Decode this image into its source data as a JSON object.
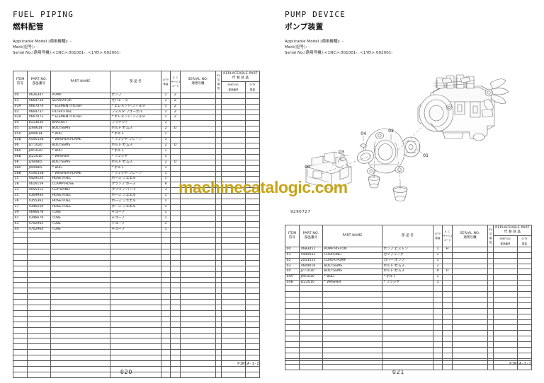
{
  "document": {
    "watermark": "machinecatalogic.com",
    "accent_color": "#c8a417",
    "rule_color": "#4a4a4a"
  },
  "table_headers": {
    "item_en": "ITEM",
    "item_jp": "符号",
    "partno_en": "PART NO.",
    "partno_jp": "部品番号",
    "partname_en": "PART NAME",
    "partname_jp": "部 品 名",
    "qty_en": "Q'TY",
    "qty_jp": "数量",
    "sc_en": "S. C",
    "sc_jp": "サービス",
    "sc_jp2": "コード",
    "serial_en": "SERIAL NO.",
    "serial_jp": "適用号機",
    "ica_l1": "ICA",
    "ica_l2": "互",
    "ica_l3": "換",
    "ica_l4": "性",
    "repl_en": "REPLACEABLE PART",
    "repl_jp": "代 替 部 品",
    "repl_partno_en": "PART NO.",
    "repl_partno_jp": "部品番号",
    "repl_qty_en": "Q'TY",
    "repl_qty_jp": "数量"
  },
  "left_page": {
    "title_en": "FUEL PIPING",
    "title_jp": "燃料配管",
    "meta": [
      "Applicable Model (適用機種): -",
      "Mark(記号): -",
      "Serial No.(適用号機):<1NC>:001001-, <1YD>:002001-"
    ],
    "page_number": "020",
    "footer_code": "P1NCA-1-2",
    "rows": [
      {
        "item": "00",
        "partno": "4626347",
        "partname": "PUMP",
        "jname": "ポンプ",
        "qty": "1",
        "sc": "Z"
      },
      {
        "item": "01",
        "partno": "4664736",
        "partname": "SEPARATOR",
        "jname": "セパレータ",
        "qty": "1",
        "sc": "Z"
      },
      {
        "item": "01A",
        "partno": "4667074",
        "partname": "* ELEMENT:FILTER",
        "jname": "* エレメント:フィルタ",
        "qty": "1",
        "sc": "Z"
      },
      {
        "item": "02",
        "partno": "4664737",
        "partname": "FILTER:FUEL",
        "jname": "フィルタ:フユーエル",
        "qty": "1",
        "sc": "Z"
      },
      {
        "item": "02A",
        "partno": "4667073",
        "partname": "* ELEMENT:FILTER",
        "jname": "* エレメント:フィルタ",
        "qty": "1",
        "sc": "Z"
      },
      {
        "item": "04",
        "partno": "8113630",
        "partname": "BRACKET",
        "jname": "ブラケツト",
        "qty": "1",
        "sc": ""
      },
      {
        "item": "05",
        "partno": "J260614",
        "partname": "BOLT:SEMS",
        "jname": "ボルト:セムス",
        "qty": "2",
        "sc": "D"
      },
      {
        "item": "05A",
        "partno": "J900614",
        "partname": "* BOLT",
        "jname": "* ボルト",
        "qty": "1",
        "sc": ""
      },
      {
        "item": "05B",
        "partno": "A590106",
        "partname": "* WASHER:PLAME",
        "jname": "* ワツシヤ:プレーン",
        "qty": "1",
        "sc": ""
      },
      {
        "item": "06",
        "partno": "J271020",
        "partname": "BOLT:SEMS",
        "jname": "ボルト:セムス",
        "qty": "2",
        "sc": "D"
      },
      {
        "item": "06A",
        "partno": "J901020",
        "partname": "* BOLT",
        "jname": "* ボルト",
        "qty": "1",
        "sc": ""
      },
      {
        "item": "06B",
        "partno": "J222010",
        "partname": "* WASHER",
        "jname": "* ワツシヤ",
        "qty": "1",
        "sc": ""
      },
      {
        "item": "08",
        "partno": "J260865",
        "partname": "BOLT:SEMS",
        "jname": "ボルト:セムス",
        "qty": "2",
        "sc": "D"
      },
      {
        "item": "08A",
        "partno": "J900865",
        "partname": "* BOLT",
        "jname": "* ボルト",
        "qty": "1",
        "sc": ""
      },
      {
        "item": "08B",
        "partno": "A590108",
        "partname": "* WASHER:PLAME",
        "jname": "* ワツシヤ:プレーン",
        "qty": "1",
        "sc": ""
      },
      {
        "item": "15",
        "partno": "4429126",
        "partname": "HOSE:FUEL",
        "jname": "ホース:フユエル",
        "qty": "1",
        "sc": ""
      },
      {
        "item": "28",
        "partno": "4616159",
        "partname": "CLAMP:HOSE",
        "jname": "クランプ:ホース",
        "qty": "8",
        "sc": ""
      },
      {
        "item": "33",
        "partno": "4055312",
        "partname": "CLIP:BAND",
        "jname": "クリツプ:バンド",
        "qty": "3",
        "sc": ""
      },
      {
        "item": "35",
        "partno": "4309944",
        "partname": "HOSE:FUEL",
        "jname": "ホース:フユエル",
        "qty": "1",
        "sc": ""
      },
      {
        "item": "36",
        "partno": "4355362",
        "partname": "HOSE:FUEL",
        "jname": "ホース:フユエル",
        "qty": "1",
        "sc": ""
      },
      {
        "item": "37",
        "partno": "4346559",
        "partname": "HOSE:FUEL",
        "jname": "ホース:フユエル",
        "qty": "1",
        "sc": ""
      },
      {
        "item": "39",
        "partno": "4696678",
        "partname": "TUBE",
        "jname": "チユーブ",
        "qty": "1",
        "sc": ""
      },
      {
        "item": "41",
        "partno": "4346676",
        "partname": "TUBE",
        "jname": "チユーブ",
        "qty": "1",
        "sc": ""
      },
      {
        "item": "43",
        "partno": "4702965",
        "partname": "TUBE",
        "jname": "チユーブ",
        "qty": "1",
        "sc": ""
      },
      {
        "item": "44",
        "partno": "4702964",
        "partname": "TUBE",
        "jname": "チユーブ",
        "qty": "1",
        "sc": ""
      }
    ]
  },
  "right_page": {
    "title_en": "PUMP DEVICE",
    "title_jp": "ポンプ装置",
    "meta": [
      "Applicable Model (適用機種): -",
      "Mark(記号): -",
      "Serial No.(適用号機):<1NC>:001001-, <1YD>:002001-"
    ],
    "drawing_number": "9290727",
    "page_number": "021",
    "footer_code": "P1NCA-1-2",
    "callouts": [
      "00",
      "01",
      "02",
      "03",
      "04"
    ],
    "rows": [
      {
        "item": "00",
        "partno": "4683452",
        "partname": "PUMP:PISTON",
        "jname": "ポンプ:ピストン",
        "qty": "1",
        "sc": "H"
      },
      {
        "item": "01",
        "partno": "4440032",
        "partname": "COUPLING",
        "jname": "カツプリング",
        "qty": "1",
        "sc": ""
      },
      {
        "item": "02",
        "partno": "2053553",
        "partname": "COVER:PUMP",
        "jname": "カバー:ポンプ",
        "qty": "1",
        "sc": ""
      },
      {
        "item": "03",
        "partno": "4609016",
        "partname": "BOLT:SEMS",
        "jname": "ボルト:セムス",
        "qty": "2",
        "sc": ""
      },
      {
        "item": "04",
        "partno": "J271030",
        "partname": "BOLT:SEMS",
        "jname": "ボルト:セムス",
        "qty": "8",
        "sc": "D"
      },
      {
        "item": "04A",
        "partno": "J901030",
        "partname": "* BOLT",
        "jname": "* ボルト",
        "qty": "1",
        "sc": ""
      },
      {
        "item": "04B",
        "partno": "J222010",
        "partname": "* WASHER",
        "jname": "* ワツシヤ",
        "qty": "1",
        "sc": ""
      }
    ]
  }
}
